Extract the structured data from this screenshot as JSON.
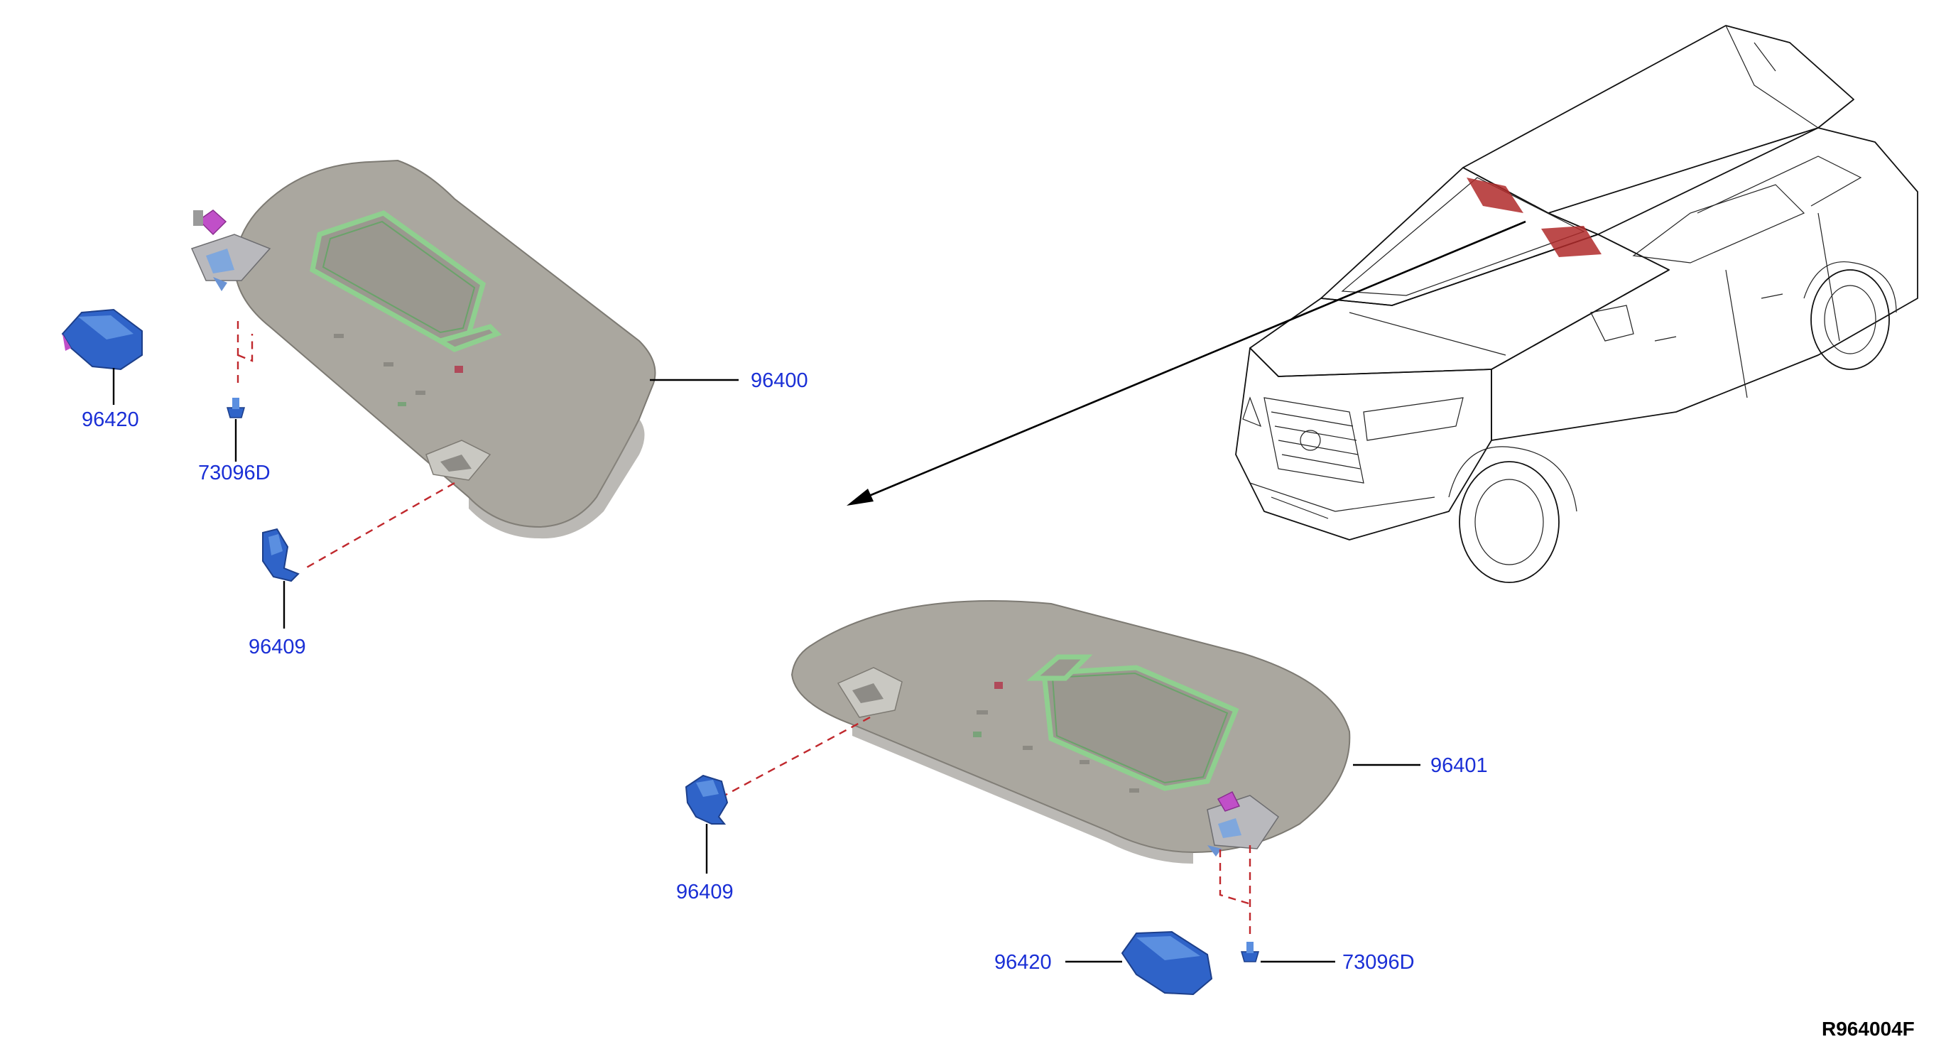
{
  "diagram": {
    "labels": {
      "visor_left": "96400",
      "visor_right": "96401",
      "holder_left": "96409",
      "holder_right": "96409",
      "cover_left": "96420",
      "cover_right": "96420",
      "screw_left": "73096D",
      "screw_right": "73096D"
    },
    "reference_code": "R964004F"
  },
  "colors": {
    "label_text": "#1a2fd6",
    "visor": "#aaa79f",
    "mirror_frame": "#8fcf8f",
    "clip_parts": "#2f63c8",
    "bracket": "#c04fc8",
    "highlight_on_car": "#b02a2a",
    "assembly_dash": "#c0282d"
  }
}
